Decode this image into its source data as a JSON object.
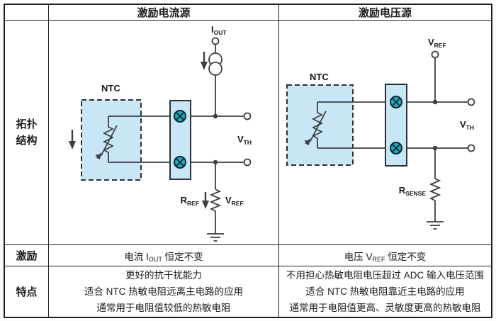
{
  "colors": {
    "cell_bg": "#ffffff",
    "border": "#1f1f1f",
    "wire": "#3c4046",
    "box_fill": "#c9e6f6",
    "box_stroke": "#2b3138",
    "switch_fill": "#1ea9bf",
    "switch_stroke": "#132630",
    "label": "#17191c"
  },
  "table": {
    "header": {
      "corner": "",
      "current_source": "激励电流源",
      "voltage_source": "激励电压源"
    },
    "row_labels": {
      "topology": "拓扑结构",
      "excitation": "激励",
      "features": "特点"
    },
    "excitation": {
      "current": {
        "prefix": "电流 ",
        "sym": "I",
        "sub": "OUT",
        "suffix": " 恒定不变"
      },
      "voltage": {
        "prefix": "电压 ",
        "sym": "V",
        "sub": "REF",
        "suffix": " 恒定不变"
      }
    },
    "features": {
      "current": [
        "更好的抗干扰能力",
        "适合 NTC 热敏电阻远离主电路的应用",
        "通常用于电阻值较低的热敏电阻"
      ],
      "voltage": [
        "不用担心热敏电阻电压超过 ADC 输入电压范围",
        "适合 NTC 热敏电阻靠近主电路的应用",
        "通常用于电阻值更高、灵敏度更高的热敏电阻"
      ]
    }
  },
  "circuits": {
    "current_source": {
      "ntc": "NTC",
      "source": {
        "sym": "I",
        "sub": "OUT"
      },
      "output": {
        "sym": "V",
        "sub": "TH"
      },
      "ref_resistor": {
        "sym": "R",
        "sub": "REF"
      },
      "ref_voltage": {
        "sym": "V",
        "sub": "REF"
      }
    },
    "voltage_source": {
      "ntc": "NTC",
      "source": {
        "sym": "V",
        "sub": "REF"
      },
      "output": {
        "sym": "V",
        "sub": "TH"
      },
      "sense_resistor": {
        "sym": "R",
        "sub": "SENSE"
      }
    }
  }
}
